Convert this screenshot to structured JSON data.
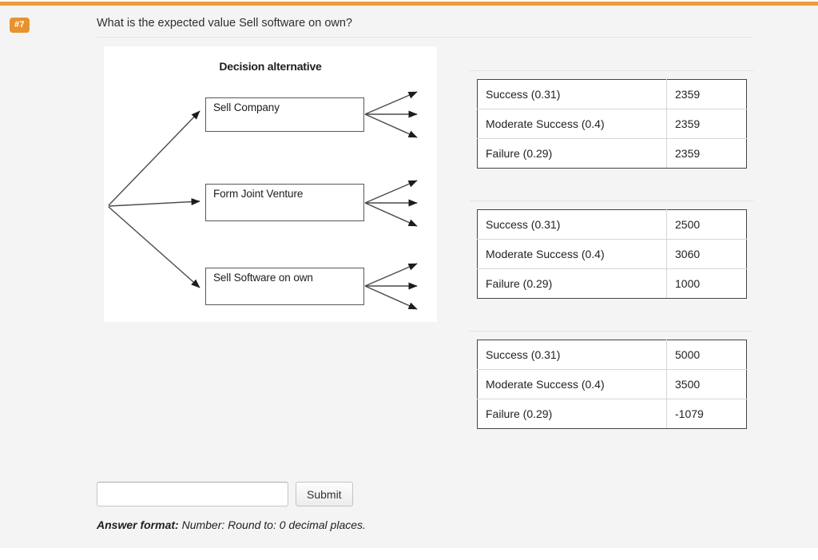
{
  "accent_color": "#ed9c3c",
  "badge": {
    "label": "#7",
    "color": "#e8922e"
  },
  "question": {
    "text": "What is the expected value Sell software on own?"
  },
  "diagram": {
    "title": "Decision alternative",
    "nodes": [
      {
        "label": "Sell Company"
      },
      {
        "label": "Form Joint Venture"
      },
      {
        "label": "Sell Software on own"
      }
    ]
  },
  "tables": [
    {
      "for_node": "Sell Company",
      "rows": [
        {
          "outcome": "Success (0.31)",
          "value": "2359"
        },
        {
          "outcome": "Moderate Success (0.4)",
          "value": "2359"
        },
        {
          "outcome": "Failure (0.29)",
          "value": "2359"
        }
      ]
    },
    {
      "for_node": "Form Joint Venture",
      "rows": [
        {
          "outcome": "Success (0.31)",
          "value": "2500"
        },
        {
          "outcome": "Moderate Success (0.4)",
          "value": "3060"
        },
        {
          "outcome": "Failure (0.29)",
          "value": "1000"
        }
      ]
    },
    {
      "for_node": "Sell Software on own",
      "rows": [
        {
          "outcome": "Success (0.31)",
          "value": "5000"
        },
        {
          "outcome": "Moderate Success (0.4)",
          "value": "3500"
        },
        {
          "outcome": " Failure (0.29)",
          "value": "-1079"
        }
      ]
    }
  ],
  "answer": {
    "input_value": "",
    "input_placeholder": "",
    "submit_label": "Submit",
    "format_label": "Answer format:",
    "format_text": " Number: Round to: 0 decimal places."
  }
}
